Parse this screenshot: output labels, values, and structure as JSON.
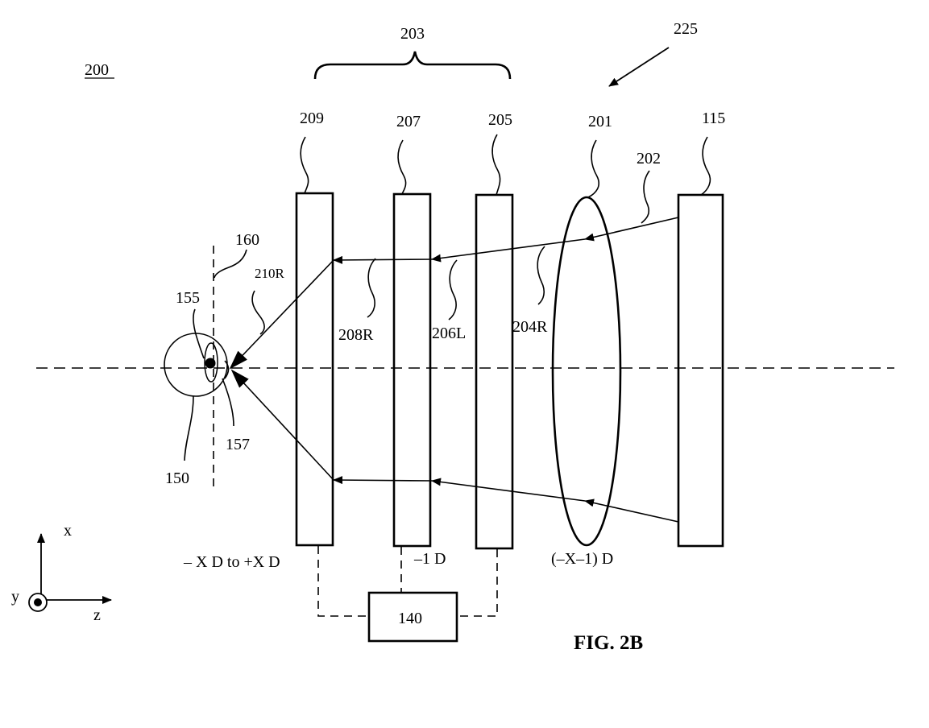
{
  "figure": {
    "reference_number": "200",
    "caption": "FIG. 2B",
    "group_label": "203",
    "assembly_label": "225"
  },
  "components": {
    "display": "115",
    "lens": "201",
    "element_205": "205",
    "element_207": "207",
    "element_209": "209",
    "controller": "140",
    "eye": "150",
    "pupil": "155",
    "cornea": "157",
    "eye_plane": "160"
  },
  "rays": {
    "ray_202": "202",
    "ray_204": "204R",
    "ray_206": "206L",
    "ray_208": "208R",
    "ray_210": "210R"
  },
  "optical_powers": {
    "element_209": "– X D to +X D",
    "element_207": "–1 D",
    "lens_201": "(–X–1) D"
  },
  "axes": {
    "x": "x",
    "y": "y",
    "z": "z"
  }
}
